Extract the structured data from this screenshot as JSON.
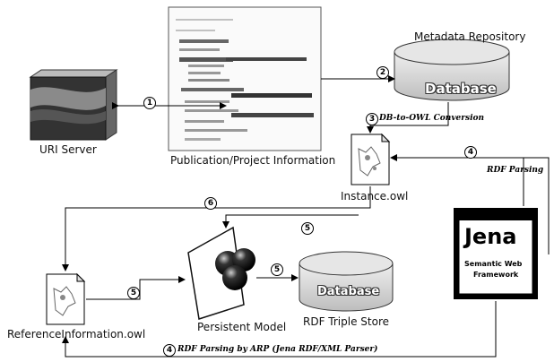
{
  "nodes": {
    "uri_server": "URI Server",
    "publication": "Publication/Project Information",
    "metadata_repo": "Metadata Repository",
    "database_top": "Database",
    "instance_owl": "Instance.owl",
    "jena": {
      "logo": "Jena",
      "subtitle_line1": "Semantic Web",
      "subtitle_line2": "Framework"
    },
    "persistent_model": "Persistent Model",
    "database_bottom": "Database",
    "rdf_triple_store": "RDF Triple Store",
    "reference_owl": "ReferenceInformation.owl"
  },
  "steps": {
    "s1": "1",
    "s2": "2",
    "s3": "3",
    "s3_label": "DB-to-OWL Conversion",
    "s4a": "4",
    "s4a_label": "RDF Parsing",
    "s4b": "4",
    "s4b_label": "RDF Parsing by ARP (Jena RDF/XML Parser)",
    "s5a": "5",
    "s5b": "5",
    "s5c": "5",
    "s6": "6"
  },
  "colors": {
    "line": "#000000",
    "db_fill": "#d9d9d9",
    "server_dark": "#222222",
    "jena_bg": "#000000"
  }
}
